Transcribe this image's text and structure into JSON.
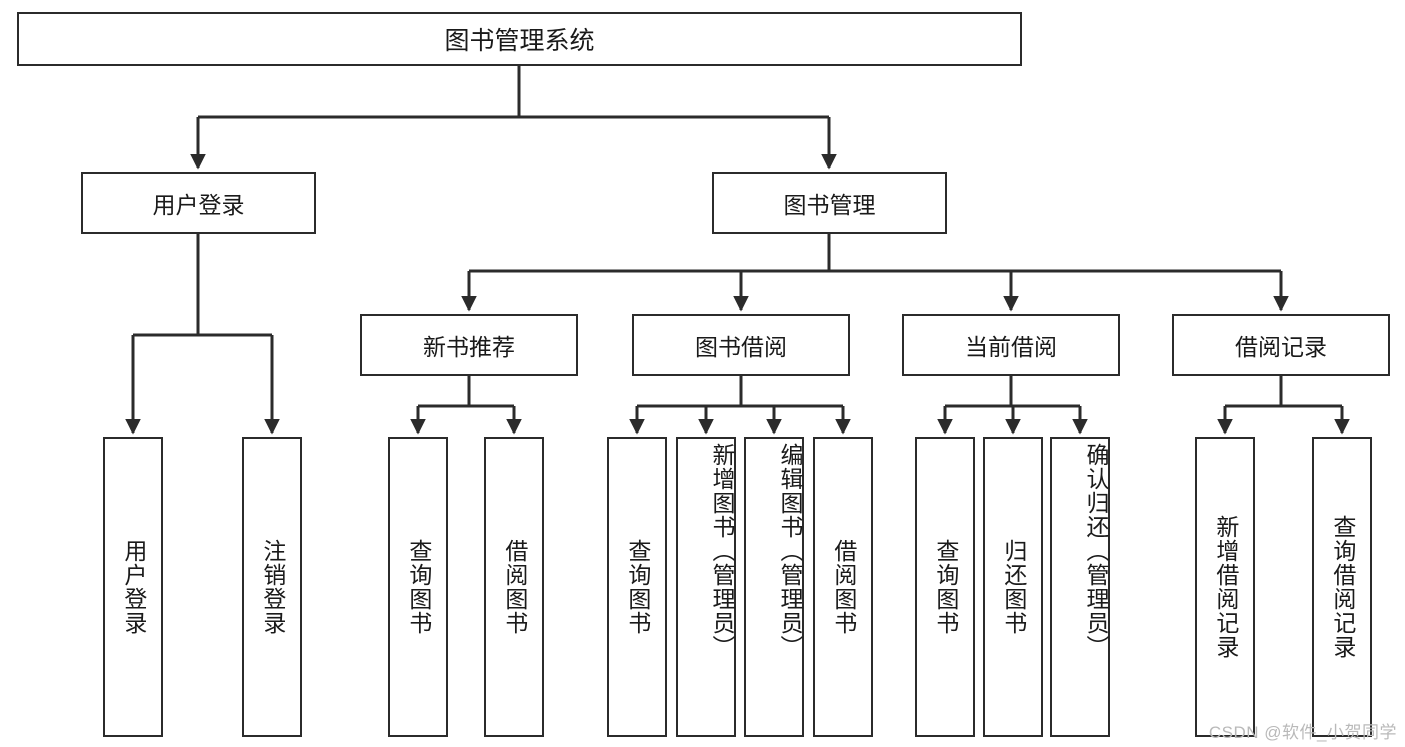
{
  "diagram": {
    "title": "图书管理系统",
    "type": "tree-hierarchy-chart",
    "root": {
      "label": "图书管理系统"
    },
    "level2": [
      {
        "label": "用户登录"
      },
      {
        "label": "图书管理"
      }
    ],
    "level3": [
      {
        "label": "新书推荐"
      },
      {
        "label": "图书借阅"
      },
      {
        "label": "当前借阅"
      },
      {
        "label": "借阅记录"
      }
    ],
    "leaves": {
      "user_login": [
        {
          "label": "用户登录"
        },
        {
          "label": "注销登录"
        }
      ],
      "new_book": [
        {
          "label": "查询图书"
        },
        {
          "label": "借阅图书"
        }
      ],
      "book_borrow": [
        {
          "label": "查询图书"
        },
        {
          "label": "新增图书（管理员）"
        },
        {
          "label": "编辑图书（管理员）"
        },
        {
          "label": "借阅图书"
        }
      ],
      "current_borrow": [
        {
          "label": "查询图书"
        },
        {
          "label": "归还图书"
        },
        {
          "label": "确认归还（管理员）"
        }
      ],
      "borrow_record": [
        {
          "label": "新增借阅记录"
        },
        {
          "label": "查询借阅记录"
        }
      ]
    }
  },
  "watermark": {
    "text": "CSDN @软件_小贺同学"
  },
  "colors": {
    "border": "#2b2b2b",
    "connector": "#2b2b2b",
    "background": "#ffffff",
    "text": "#1a1a1a",
    "watermark": "#b9b9b9"
  }
}
